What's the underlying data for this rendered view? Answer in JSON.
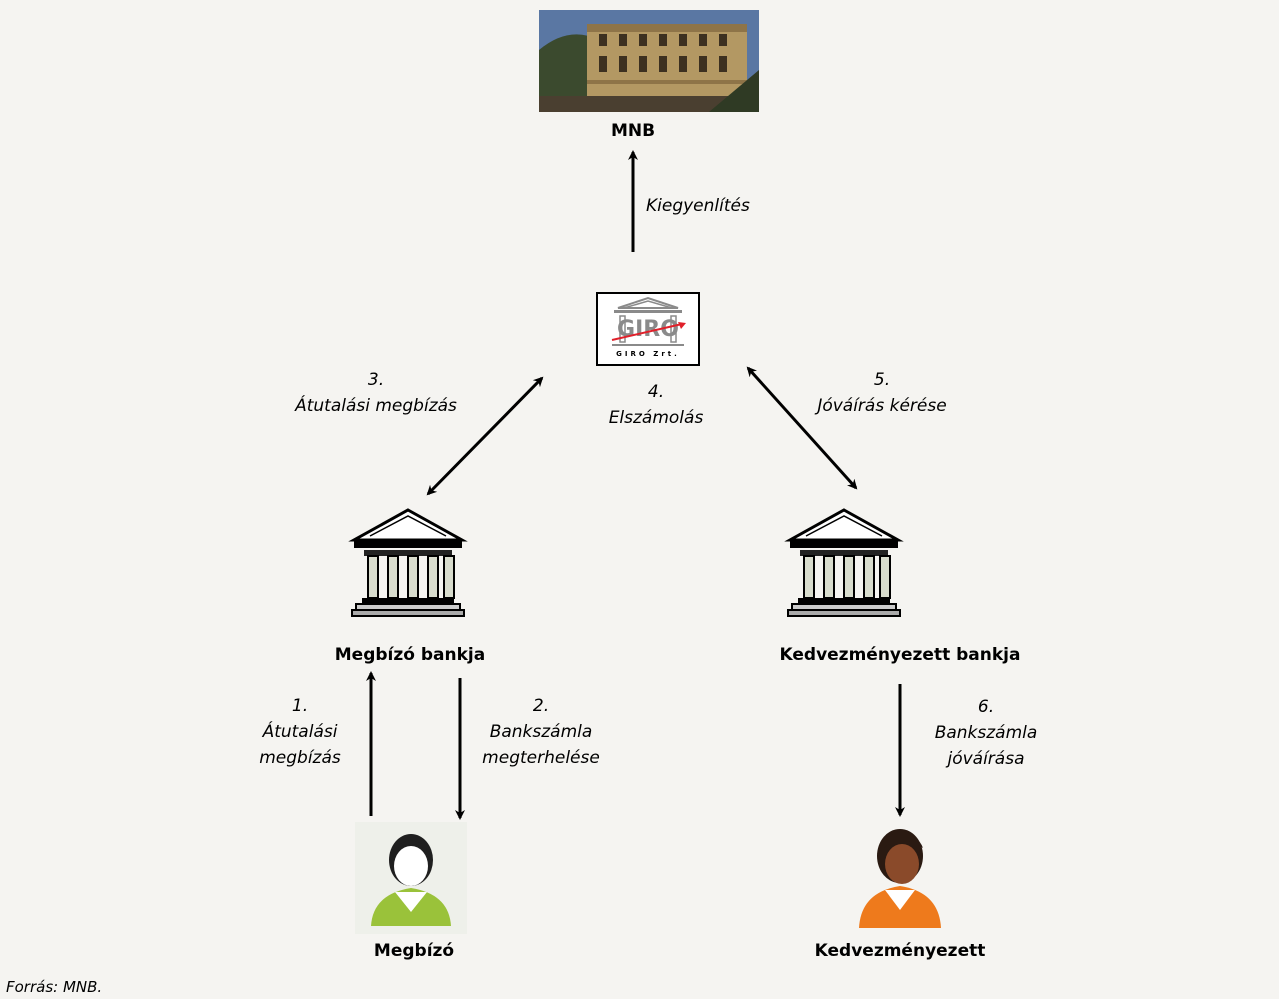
{
  "nodes": {
    "mnb": "MNB",
    "giro_logo_text": "GIRO Zrt.",
    "payer_bank": "Megbízó bankja",
    "payee_bank": "Kedvezményezett bankja",
    "payer": "Megbízó",
    "payee": "Kedvezményezett"
  },
  "edges": {
    "settlement": "Kiegyenlítés",
    "step1": {
      "num": "1.",
      "line1": "Átutalási",
      "line2": "megbízás"
    },
    "step2": {
      "num": "2.",
      "line1": "Bankszámla",
      "line2": "megterhelése"
    },
    "step3": {
      "num": "3.",
      "line1": "Átutalási megbízás"
    },
    "step4": {
      "num": "4.",
      "line1": "Elszámolás"
    },
    "step5": {
      "num": "5.",
      "line1": "Jóváírás kérése"
    },
    "step6": {
      "num": "6.",
      "line1": "Bankszámla",
      "line2": "jóváírása"
    }
  },
  "source": "Forrás: MNB.",
  "colors": {
    "payer_shirt": "#9ac23a",
    "payee_shirt": "#ee7a1c",
    "giro_red": "#e0202a",
    "giro_gray": "#8a8a8a"
  }
}
